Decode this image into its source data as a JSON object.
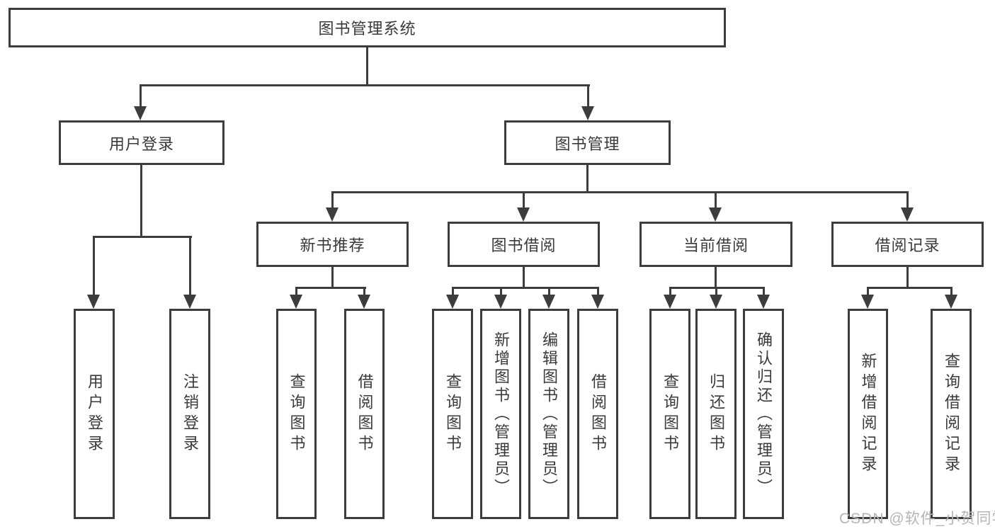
{
  "diagram": {
    "root": {
      "label": "图书管理系统"
    },
    "level2": [
      {
        "label": "用户登录",
        "children": [
          "用户登录",
          "注销登录"
        ]
      },
      {
        "label": "图书管理",
        "children": [
          {
            "label": "新书推荐",
            "children": [
              "查询图书",
              "借阅图书"
            ]
          },
          {
            "label": "图书借阅",
            "children": [
              "查询图书",
              "新增图书（管理员）",
              "编辑图书（管理员）",
              "借阅图书"
            ]
          },
          {
            "label": "当前借阅",
            "children": [
              "查询图书",
              "归还图书",
              "确认归还（管理员）"
            ]
          },
          {
            "label": "借阅记录",
            "children": [
              "新增借阅记录",
              "查询借阅记录"
            ]
          }
        ]
      }
    ],
    "watermark": "CSDN @软件_小贺同学",
    "colors": {
      "line": "#3d3d3d",
      "text": "#3a3a3a",
      "background": "#ffffff",
      "watermark": "#b5b5b5"
    }
  }
}
